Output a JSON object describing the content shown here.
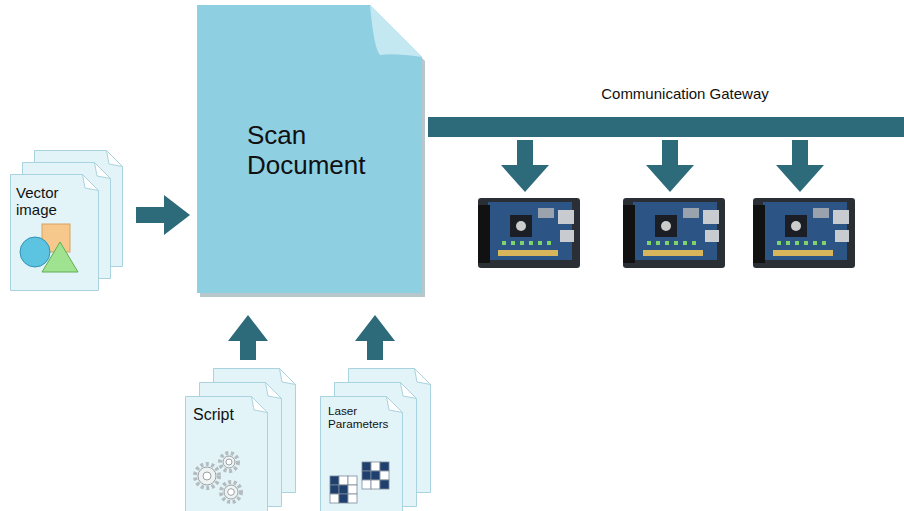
{
  "diagram": {
    "nodes": [
      {
        "text": [
          "Vector image"
        ]
      },
      {
        "text": [
          "Scan Document"
        ]
      },
      {
        "text": [
          "Script"
        ]
      },
      {
        "text": [
          "Laser Parameters"
        ]
      },
      {
        "text": [
          "Communication Gateway"
        ]
      }
    ],
    "edges": [
      {
        "from": 0,
        "to": 1,
        "arrow": "to"
      },
      {
        "from": 2,
        "to": 1,
        "arrow": "to"
      },
      {
        "from": 3,
        "to": 1,
        "arrow": "to"
      }
    ]
  }
}
